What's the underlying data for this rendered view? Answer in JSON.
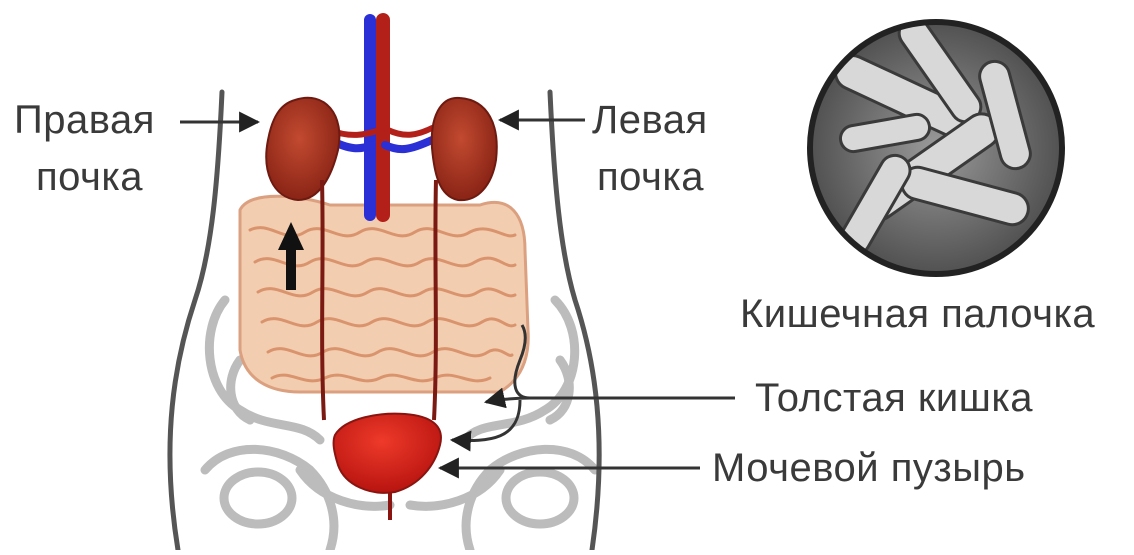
{
  "labels": {
    "right_kidney_line1": "Правая",
    "right_kidney_line2": "почка",
    "left_kidney_line1": "Левая",
    "left_kidney_line2": "почка",
    "ecoli": "Кишечная палочка",
    "colon": "Толстая кишка",
    "bladder": "Мочевой пузырь"
  },
  "colors": {
    "kidney": "#9e2a1c",
    "kidney_inner": "#b5402a",
    "intestine": "#f1c9a8",
    "intestine_outline": "#d99a78",
    "bladder": "#d81e1a",
    "artery": "#b3201a",
    "vein": "#2b2fd6",
    "body_outline": "#555555",
    "bone_outline": "#bdbdbd",
    "microscope_bg": "#8a8a8a",
    "microscope_rim": "#222222"
  },
  "icons": {
    "infection_path_arrow": "arrow-up-icon"
  }
}
